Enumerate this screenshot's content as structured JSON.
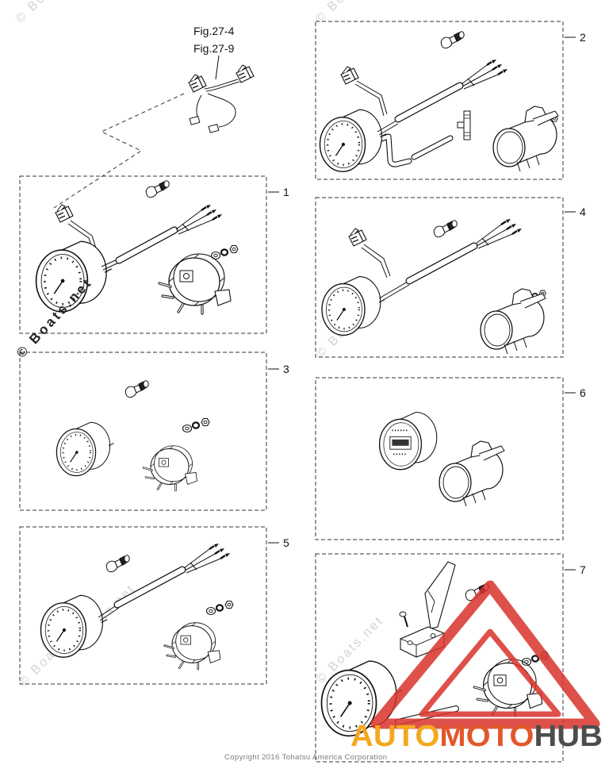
{
  "figure_refs": {
    "fig_a": "Fig.27-4",
    "fig_b": "Fig.27-9"
  },
  "callouts": {
    "box1": "1",
    "box2": "2",
    "box3": "3",
    "box4": "4",
    "box5": "5",
    "box6": "6",
    "box7": "7"
  },
  "watermark": "© Boats.net",
  "copyright": "Copyright 2016 Tohatsu America Corporation",
  "logo": {
    "part1": "AUTO",
    "part2": "MOTO",
    "part3": "HUB"
  },
  "colors": {
    "line": "#111111",
    "logo_red": "#d8322a",
    "logo_orange": "#f4a81d",
    "logo_moto": "#e2572b",
    "logo_hub": "#4d4d4d",
    "watermark_faint": "#d2d2d2"
  }
}
